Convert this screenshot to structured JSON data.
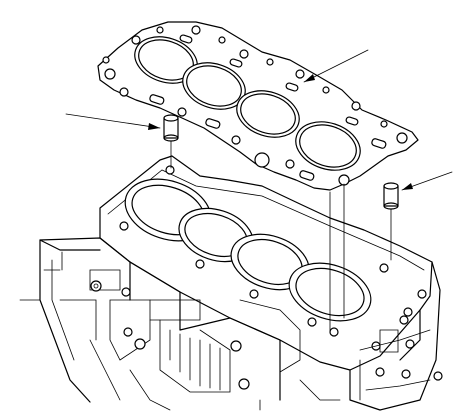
{
  "figure": {
    "type": "line-art exploded view",
    "parts": [
      "cylinder-head-gasket",
      "dowel-pin-left",
      "dowel-pin-right",
      "cylinder-block"
    ],
    "callouts": 3,
    "colors": {
      "ink": "#000000",
      "paper": "#ffffff"
    }
  }
}
